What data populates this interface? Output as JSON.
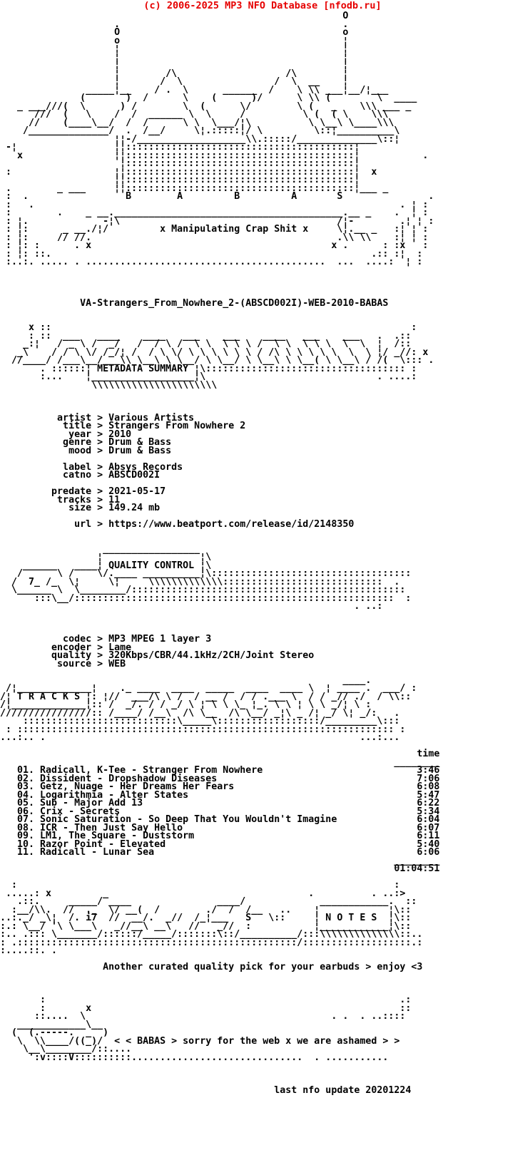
{
  "header": {
    "text": "(c) 2006-2025 MP3 NFO Database [nfodb.ru]",
    "color": "#e60000"
  },
  "colors": {
    "header_red": "#e60000",
    "text": "#000000",
    "background": "#ffffff"
  },
  "release_name": "VA-Strangers_From_Nowhere_2-(ABSCD002I)-WEB-2010-BABAS",
  "group": "BABAS",
  "group_letters": "B A B A S",
  "group_motto": "x Manipulating Crap Shit x",
  "section_titles": {
    "metadata": "METADATA SUMMARY",
    "quality": "QUALITY CONTROL",
    "tracks": "T R A C K S",
    "notes": "N O T E S"
  },
  "metadata": {
    "artist": "Various Artists",
    "title": "Strangers From Nowhere 2",
    "year": "2010",
    "genre": "Drum & Bass",
    "mood": "Drum & Bass",
    "label": "Absys Records",
    "catno": "ABSCD002I",
    "predate": "2021-05-17",
    "tracks": "11",
    "size": "149.24 mb",
    "url": "https://www.beatport.com/release/id/2148350"
  },
  "quality": {
    "codec": "MP3 MPEG 1 layer 3",
    "encoder": "Lame",
    "quality": "320Kbps/CBR/44.1kHz/2CH/Joint Stereo",
    "source": "WEB"
  },
  "track_table": {
    "time_header": "time",
    "rows": [
      {
        "no": "01",
        "title": "Radicall, K-Tee - Stranger From Nowhere",
        "time": "3:46"
      },
      {
        "no": "02",
        "title": "Dissident - Dropshadow Diseases",
        "time": "7:06"
      },
      {
        "no": "03",
        "title": "Getz, Nuage - Her Dreams Her Fears",
        "time": "6:08"
      },
      {
        "no": "04",
        "title": "Logarithmia - Alter States",
        "time": "5:47"
      },
      {
        "no": "05",
        "title": "Sub - Major Add 13",
        "time": "6:22"
      },
      {
        "no": "06",
        "title": "Crix - Secrets",
        "time": "5:34"
      },
      {
        "no": "07",
        "title": "Sonic Saturation - So Deep That You Wouldn't Imagine",
        "time": "6:04"
      },
      {
        "no": "08",
        "title": "ICR - Then Just Say Hello",
        "time": "6:07"
      },
      {
        "no": "09",
        "title": "LM1, The Square - Duststorm",
        "time": "6:11"
      },
      {
        "no": "10",
        "title": "Razor Point - Elevated",
        "time": "5:40"
      },
      {
        "no": "11",
        "title": "Radicall - Lunar Sea",
        "time": "6:06"
      }
    ],
    "total_time": "01:04:51"
  },
  "notes": "Another curated quality pick for your earbuds > enjoy <3",
  "footer": {
    "text": "< < BABAS > sorry for the web x we are ashamed > >",
    "last_update": "last nfo update 20201224"
  },
  "nfo": {
    "logo": [
      "                                                            O",
      "                    .                                       .",
      "                    O                                       o",
      "                    o                                       ¦",
      "                    ¦                                       ¦",
      "                    ¦                                       ¦",
      "                    ¦                                       ¦",
      "                    ¦        /\\                   /\\        ¦",
      "                    ¦       /  \\                /  \\  __    ¦",
      "               _____¦__    / .  \\      ______  /    \\ \\\\ ___¦__/¦___",
      "              (       )  /      \\    (      )/      \\ \\\\ (        \\  ____",
      "   _ ___///(  \\      ) /        \\  (      \\/        \\ (   _    \\\\\\ ___ _",
      "      ///  (   \\    /  /  ______ \\  \\     /          \\ (  ( \\    \\\\\\",
      "     //    (____\\__/  /  /      \\ \\  \\___/¦\\          \\ \\__\\ \\____\\\\\\",
      "    /______________/  .  /__/     \\¦.:::::¦/ \\         \\::¦__________\\",
      "                    ¦¦-/___________________\\\\.:::::/______________\\::¦",
      " -¦                 ¦¦::::::::::::::::::::::::::::::::::::::::¦",
      "   x                ¦¦::::::::::::::::::::::::::::::::::::::::¦           .",
      "                     ¦::::::::::::::::::::::::::::::::::::::::¦",
      " :                  ¦¦::::::::::::::::::::::::::::::::::::::::¦  x",
      "                    ¦¦::::::::::::::::::::::::::::::::::::::::¦",
      " .        _ ___     ¦¦::::::::::::::::::::::::::::::::::::::::¦___ _",
      " :  .                 B        A         B         A       S               .",
      " :   .                                                                . ¦ :",
      " :        .    _ __.________________________________________.__ _    .  ¦ :",
      " : ¦.             -¦\\                                      /¦-        .¦ ¦ :",
      " : ¦:      _ __./¦/         x Manipulating Crap Shit x     \\¦.__ _   :¦ ¦ :",
      " : ¦:     // //.                                           .\\\\ \\\\    :¦ ¦ :",
      " : ¦: :      . x                                          x .      : :x   :",
      " : ¦: ::.                                                        .:: :¦  :",
      " :..:. ..... . ..........................................  ...  ....:  ¦ :",
      "",
      "",
      "",
      ""
    ],
    "release": [
      "              VA-Strangers_From_Nowhere_2-(ABSCD002I)-WEB-2010-BABAS",
      "",
      ""
    ],
    "metadata_banner": [
      "     x ::                                                               :",
      "     : ::  ___   ____    ____   ___    ___    ____   ___    ___   .  .::",
      "    _:¦   / _ \\ /  _/   /  / \\ /  \\ \\  \\ \\ \\ /  \\ \\  \\ \\ \\  \\  \\  ¦  /::",
      "   _\\    / / \\ \\/ /_/¦ /  / \\ \\/ \\ \\ \\ \\ \\ \\ / /\\ \\ \\ \\ \\ \\  \\  \\ ¦/ _//: x",
      "  //____/ /___\\__/___\\\\ \\__\\ \\ \\__/ \\ \\__/ \\ \\__\\ \\ \\__( \\ \\__\\ / /(  \\::: .",
      "       . ::::::¦ METADATA SUMMARY ¦\\::::::::::::::::::::::::::::::::::: :",
      "       :...    ¦__________________¦\\                              . ....:",
      "                \\\\\\\\\\\\\\\\\\\\\\\\\\\\\\\\\\\\\\\\\\\\",
      "",
      "",
      ""
    ],
    "metadata_fields": [
      "          artist > Various Artists",
      "           title > Strangers From Nowhere 2",
      "            year > 2010",
      "           genre > Drum & Bass",
      "            mood > Drum & Bass",
      "",
      "           label > Absys Records",
      "           catno > ABSCD002I",
      "",
      "         predate > 2021-05-17",
      "          tracks > 11",
      "            size > 149.24 mb",
      "",
      "             url > https://www.beatport.com/release/id/2148350",
      "",
      ""
    ],
    "quality_banner": [
      "                  _________________",
      "                 ¦                 ¦\\",
      "    ______   ____¦ QUALITY CONTROL ¦\\",
      "   /      \\ /    \\/.____ __________¦\\:::::::::::::::::::::::::::::::::::",
      "  /  7_ /_  \\¦     \\¦     \\\\\\\\\\\\\\\\\\\\\\\\\\::::::::::::::::::::::::::::  .",
      "  \\______ \\  \\________/::::::::::::::::::::::::::::::::::::::::::::::::",
      "      :::\\__/::::::::::::::::::::::::::::::::::::::::::::::::::::::::  :",
      "                                                              . ..:",
      "",
      "",
      ""
    ],
    "quality_fields": [
      "           codec > MP3 MPEG 1 layer 3",
      "         encoder > Lame",
      "         quality > 320Kbps/CBR/44.1kHz/2CH/Joint Stereo",
      "          source > WEB",
      ""
    ],
    "tracks_banner": [
      "                                                            ____.",
      " /¦_____________¦    ._ ____  ____  _____  ____  ____ \\  ¦ ____ .  ___/ :",
      "/¦ T R A C K S ¦: ¦//  ___/\\ \\ /  / __ /  / / .___ \\  / / _// ./  / \\\\::",
      "/¦_____________¦:: /  _/. / / _/ \\ ¦ \\ \\ \\_ ¦_. \\ \\ ¦ \\ \\ _/¦ \\ :",
      "////////////////:: /____/ /__\\  /\\ \\__  /\\ \\__/ _¦\\ _ /¦ _/ \\¦ _/:   .",
      "    :::::::::::::::::::::::::::\\_____\\::::::::::::::::::/_________\\:::",
      " : :::::::::::::::::::::::::::::::::::::::::::::::::::::::::::::::::: :",
      "...:.. .                                                       ...:...",
      ""
    ],
    "track_list": [
      "                                                                         time",
      "                                                                     ________",
      "   01. Radicall, K-Tee - Stranger From Nowhere                           3:46",
      "   02. Dissident - Dropshadow Diseases                                   7:06",
      "   03. Getz, Nuage - Her Dreams Her Fears                                6:08",
      "   04. Logarithmia - Alter States                                        5:47",
      "   05. Sub - Major Add 13                                                6:22",
      "   06. Crix - Secrets                                                    5:34",
      "   07. Sonic Saturation - So Deep That You Wouldn't Imagine              6:04",
      "   08. ICR - Then Just Say Hello                                         6:07",
      "   09. LM1, The Square - Duststorm                                       6:11",
      "   10. Razor Point - Elevated                                            5:40",
      "   11. Radicall - Lunar Sea                                              6:06",
      "                                                                     ________",
      "                                                                     01:04:51",
      ""
    ],
    "notes_banner": [
      "  :                                                                  :",
      " .....: x         _                                   .          . ..:>",
      "   .::.     _____/ ____               ____/             ____________.  ::",
      "  :__/\\\\.  //  ._  \\/ __(  /        ./  /  /__   ..    ¦            ¦\\::",
      "..:._/ _\\¦  /. i7  //  __/.  _//  /_¦___   S   \\::     ¦ N O T E S  ¦\\::",
      ":.: \\__/ '\\ \\___\\   _//__\\ __\\   //   _//  :           ¦____________¦\\::",
      ":.. .::: \\_______/::::::/_____/:::::::\\::/__________/:::\\\\\\\\\\\\\\\\\\\\\\\\\\\\::..",
      ": .:::::::::::::::::::::::::::::::::::::::::::::::::/:::::::::::::::::::.:",
      ":....::. .",
      ""
    ],
    "notes_text": [
      "                  Another curated quality pick for your earbuds > enjoy <3",
      "",
      "",
      ""
    ],
    "footer_logo": [
      "       :                                                              .:",
      "       :       x                                                      ::",
      "      ::....  \\                                           . .  . ..::::",
      "   ____________\\__",
      "  (  (.-----.  _  )",
      "   \\  \\\\____/((_)/  < < BABAS > sorry for the web x we are ashamed > >",
      "    \\__\\________/::....",
      "     ':v::::V::::::::::..............................  . ...........",
      "",
      "",
      ""
    ],
    "update": [
      "                                                last nfo update 20201224",
      ""
    ]
  }
}
